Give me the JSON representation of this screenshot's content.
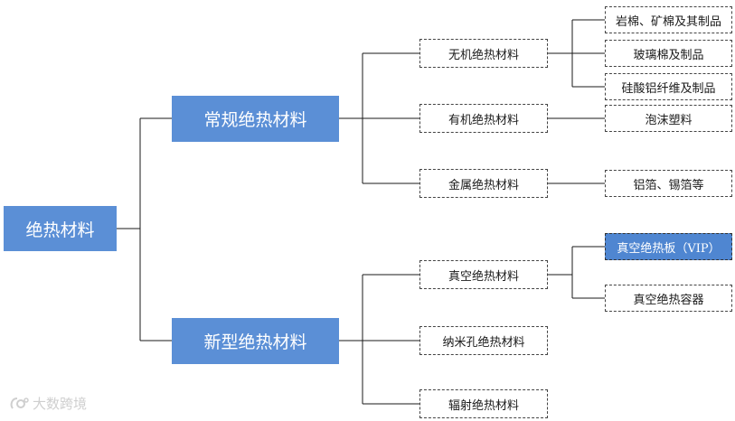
{
  "root": {
    "label": "绝热材料"
  },
  "categories": {
    "conventional": {
      "label": "常规绝热材料",
      "inorganic": {
        "label": "无机绝热材料",
        "items": [
          "岩棉、矿棉及其制品",
          "玻璃棉及制品",
          "硅酸铝纤维及制品"
        ]
      },
      "organic": {
        "label": "有机绝热材料",
        "items": [
          "泡沫塑料"
        ]
      },
      "metal": {
        "label": "金属绝热材料",
        "items": [
          "铝箔、锡箔等"
        ]
      }
    },
    "novel": {
      "label": "新型绝热材料",
      "vacuum": {
        "label": "真空绝热材料",
        "items": [
          "真空绝热板（VIP）",
          "真空绝热容器"
        ]
      },
      "nanoporous": {
        "label": "纳米孔绝热材料"
      },
      "radiation": {
        "label": "辐射绝热材料"
      }
    }
  },
  "watermark": {
    "text": "大数跨境"
  },
  "colors": {
    "accent": "#5b8fd6",
    "highlight": "#4f86d1",
    "line": "#1a1a1a"
  }
}
